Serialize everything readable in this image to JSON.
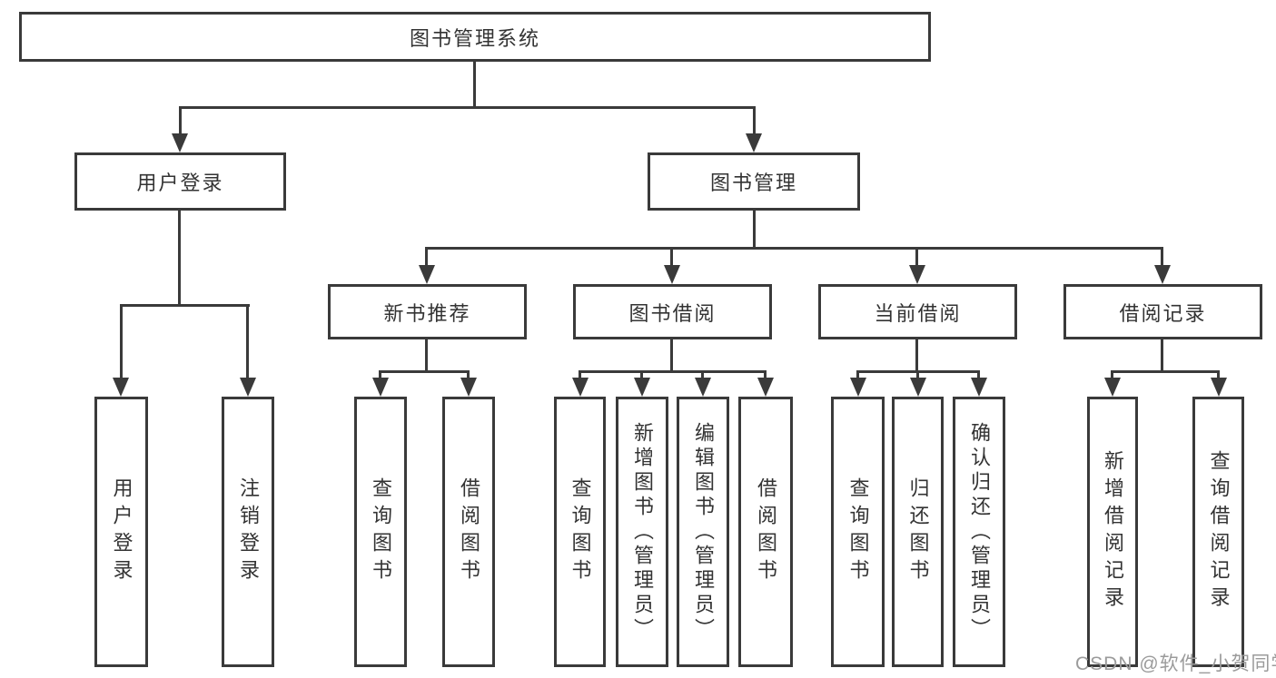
{
  "colors": {
    "line": "#3a3a3a",
    "text": "#333333",
    "background": "#ffffff",
    "watermark": "#9b9b9b"
  },
  "diagram_type": "functional-structure-tree",
  "tree": {
    "root": "图书管理系统",
    "level2": {
      "user_login": "用户登录",
      "book_mgmt": "图书管理"
    },
    "level3": {
      "new_books": "新书推荐",
      "book_borrow": "图书借阅",
      "current_borrow": "当前借阅",
      "borrow_records": "借阅记录"
    },
    "leaves": {
      "user_login_1": "用户登录",
      "user_login_2": "注销登录",
      "new_books_1": "查询图书",
      "new_books_2": "借阅图书",
      "book_borrow_1": "查询图书",
      "book_borrow_2": "新增图书（管理员）",
      "book_borrow_3": "编辑图书（管理员）",
      "book_borrow_4": "借阅图书",
      "current_borrow_1": "查询图书",
      "current_borrow_2": "归还图书",
      "current_borrow_3": "确认归还（管理员）",
      "borrow_records_1": "新增借阅记录",
      "borrow_records_2": "查询借阅记录"
    }
  },
  "watermark": "CSDN @软件_小贺同学"
}
